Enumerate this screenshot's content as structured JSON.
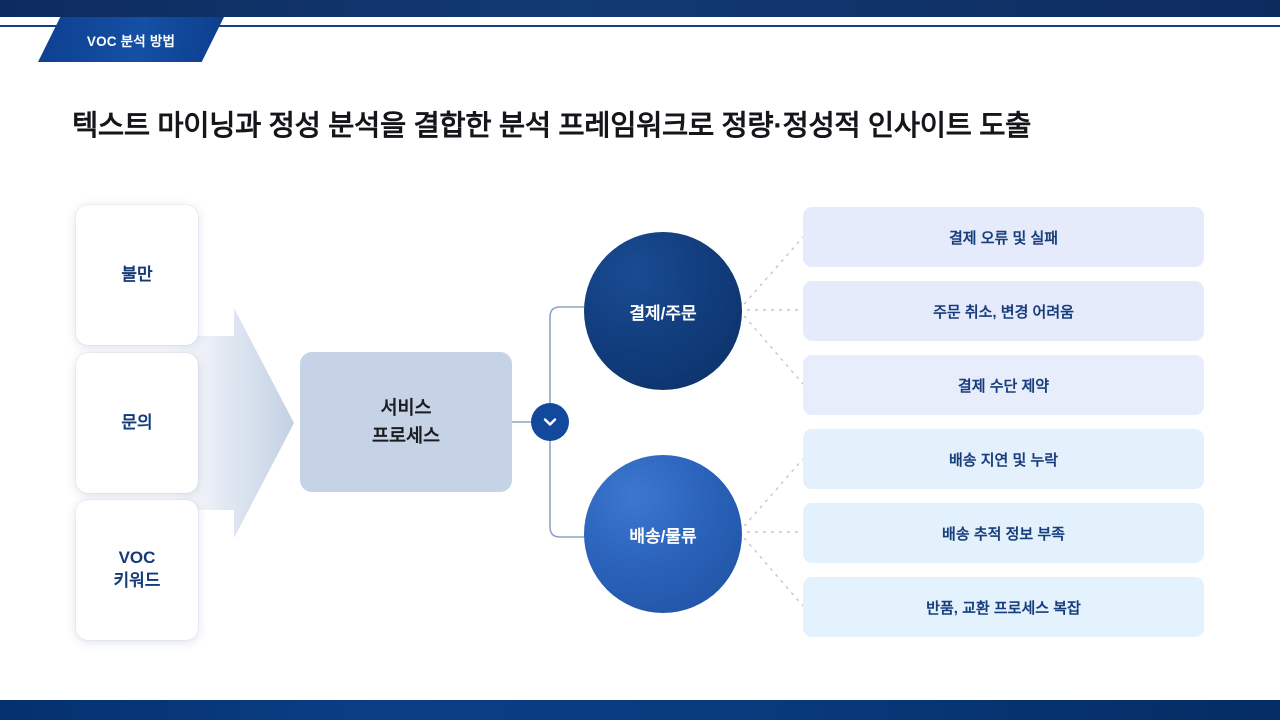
{
  "header": {
    "badge_label": "VOC 분석 방법",
    "strip_color": "#0d2b5e",
    "badge_color": "#0e3f8f"
  },
  "title": "텍스트 마이닝과 정성 분석을 결합한 분석 프레임워크로 정량·정성적 인사이트 도출",
  "sources": [
    {
      "label": "불만"
    },
    {
      "label": "문의"
    },
    {
      "label": "VOC\n키워드"
    }
  ],
  "process": {
    "label": "서비스\n프로세스"
  },
  "node_icon": "chevron-down-icon",
  "categories": [
    {
      "label": "결제/주문",
      "color": "#123f80"
    },
    {
      "label": "배송/물류",
      "color": "#2b63bb"
    }
  ],
  "issues": [
    {
      "label": "결제 오류 및 실패",
      "group": "결제/주문",
      "color": "#e6ebfb"
    },
    {
      "label": "주문 취소, 변경 어려움",
      "group": "결제/주문",
      "color": "#e6ebfb"
    },
    {
      "label": "결제 수단 제약",
      "group": "결제/주문",
      "color": "#e7edfa"
    },
    {
      "label": "배송 지연 및 누락",
      "group": "배송/물류",
      "color": "#e4f0fb"
    },
    {
      "label": "배송 추적 정보 부족",
      "group": "배송/물류",
      "color": "#e3f1fc"
    },
    {
      "label": "반품, 교환 프로세스 복잡",
      "group": "배송/물류",
      "color": "#e4f2fd"
    }
  ],
  "footer": {
    "bar_color": "#083a7c"
  }
}
